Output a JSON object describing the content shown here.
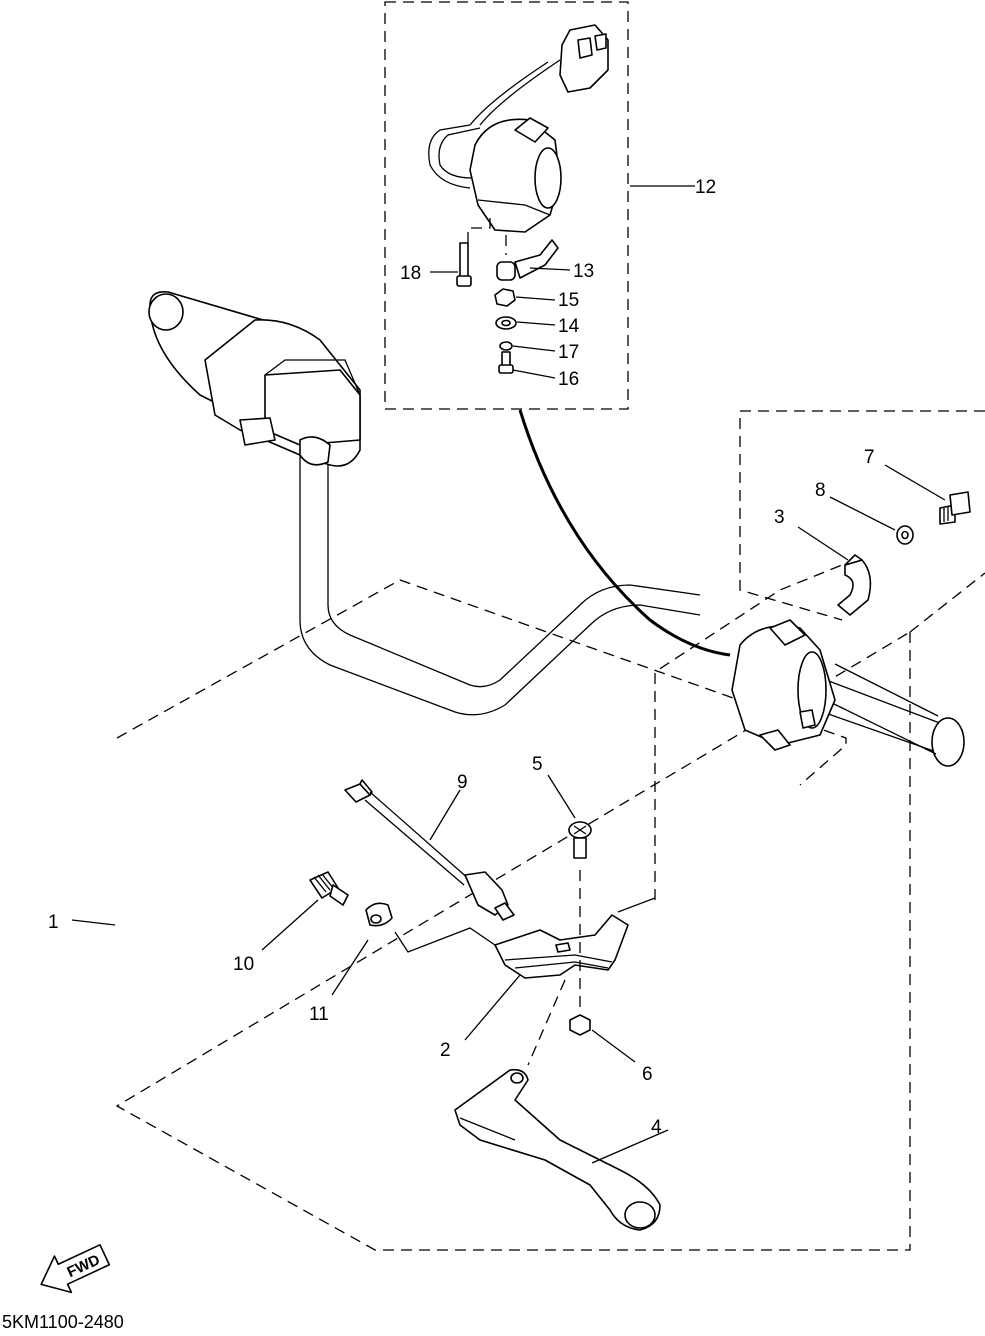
{
  "diagram": {
    "drawing_code": "5KM1100-2480",
    "fwd_label": "FWD",
    "callouts": [
      {
        "id": "c1",
        "text": "1"
      },
      {
        "id": "c2",
        "text": "2"
      },
      {
        "id": "c3",
        "text": "3"
      },
      {
        "id": "c4",
        "text": "4"
      },
      {
        "id": "c5",
        "text": "5"
      },
      {
        "id": "c6",
        "text": "6"
      },
      {
        "id": "c7",
        "text": "7"
      },
      {
        "id": "c8",
        "text": "8"
      },
      {
        "id": "c9",
        "text": "9"
      },
      {
        "id": "c10",
        "text": "10"
      },
      {
        "id": "c11",
        "text": "11"
      },
      {
        "id": "c12",
        "text": "12"
      },
      {
        "id": "c13",
        "text": "13"
      },
      {
        "id": "c14",
        "text": "14"
      },
      {
        "id": "c15",
        "text": "15"
      },
      {
        "id": "c16",
        "text": "16"
      },
      {
        "id": "c17",
        "text": "17"
      },
      {
        "id": "c18",
        "text": "18"
      }
    ]
  }
}
